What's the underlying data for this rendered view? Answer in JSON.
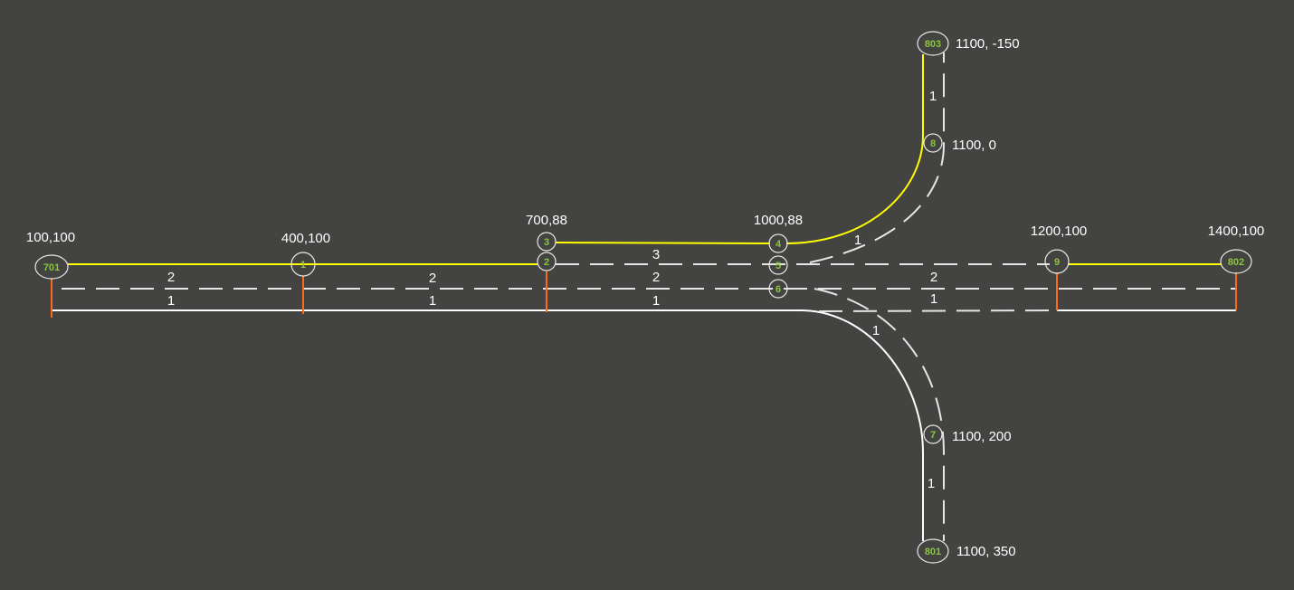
{
  "diagram": {
    "colors": {
      "background": "#434341",
      "center_line": "#ffff00",
      "edge_line": "#ffffff",
      "lane_divider": "#e6e6e6",
      "node_ring": "#e8e8e8",
      "node_text": "#8cc63f",
      "tick": "#ff6a1a"
    },
    "nodes": [
      {
        "id": "701"
      },
      {
        "id": "1"
      },
      {
        "id": "2"
      },
      {
        "id": "3"
      },
      {
        "id": "4"
      },
      {
        "id": "5"
      },
      {
        "id": "6"
      },
      {
        "id": "9"
      },
      {
        "id": "802"
      },
      {
        "id": "8"
      },
      {
        "id": "803"
      },
      {
        "id": "7"
      },
      {
        "id": "801"
      }
    ],
    "coordinates": [
      {
        "node": "701",
        "text": "100,100"
      },
      {
        "node": "1",
        "text": "400,100"
      },
      {
        "node": "3",
        "text": "700,88"
      },
      {
        "node": "4",
        "text": "1000,88"
      },
      {
        "node": "9",
        "text": "1200,100"
      },
      {
        "node": "802",
        "text": "1400,100"
      },
      {
        "node": "803",
        "text": "1100, -150"
      },
      {
        "node": "8",
        "text": "1100, 0"
      },
      {
        "node": "7",
        "text": "1100, 200"
      },
      {
        "node": "801",
        "text": "1100, 350"
      }
    ],
    "lane_labels": [
      {
        "text": "2"
      },
      {
        "text": "1"
      },
      {
        "text": "2"
      },
      {
        "text": "1"
      },
      {
        "text": "3"
      },
      {
        "text": "2"
      },
      {
        "text": "1"
      },
      {
        "text": "1"
      },
      {
        "text": "2"
      },
      {
        "text": "1"
      },
      {
        "text": "1"
      },
      {
        "text": "1"
      },
      {
        "text": "1"
      }
    ]
  }
}
